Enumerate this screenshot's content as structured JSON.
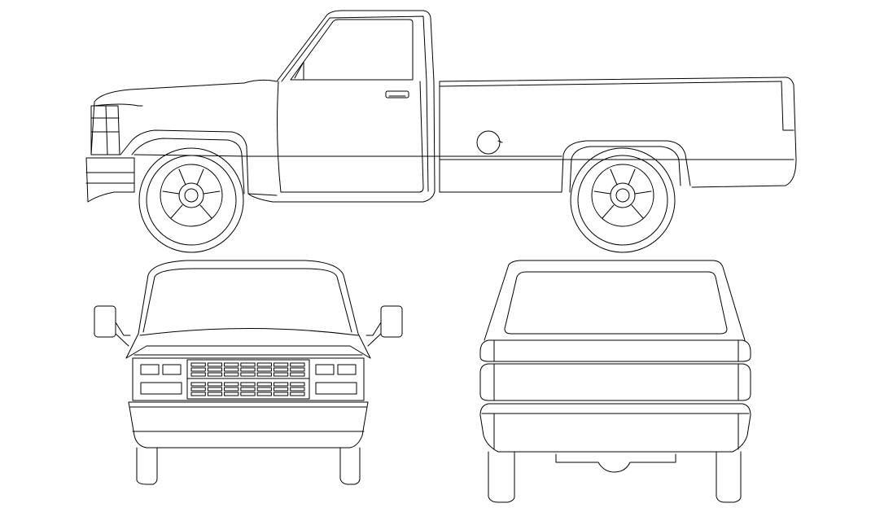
{
  "diagram": {
    "kind": "line-drawing",
    "subject": "pickup-truck",
    "views": [
      "side",
      "front",
      "rear"
    ],
    "colors": {
      "background": "#ffffff",
      "line": "#000000"
    }
  }
}
